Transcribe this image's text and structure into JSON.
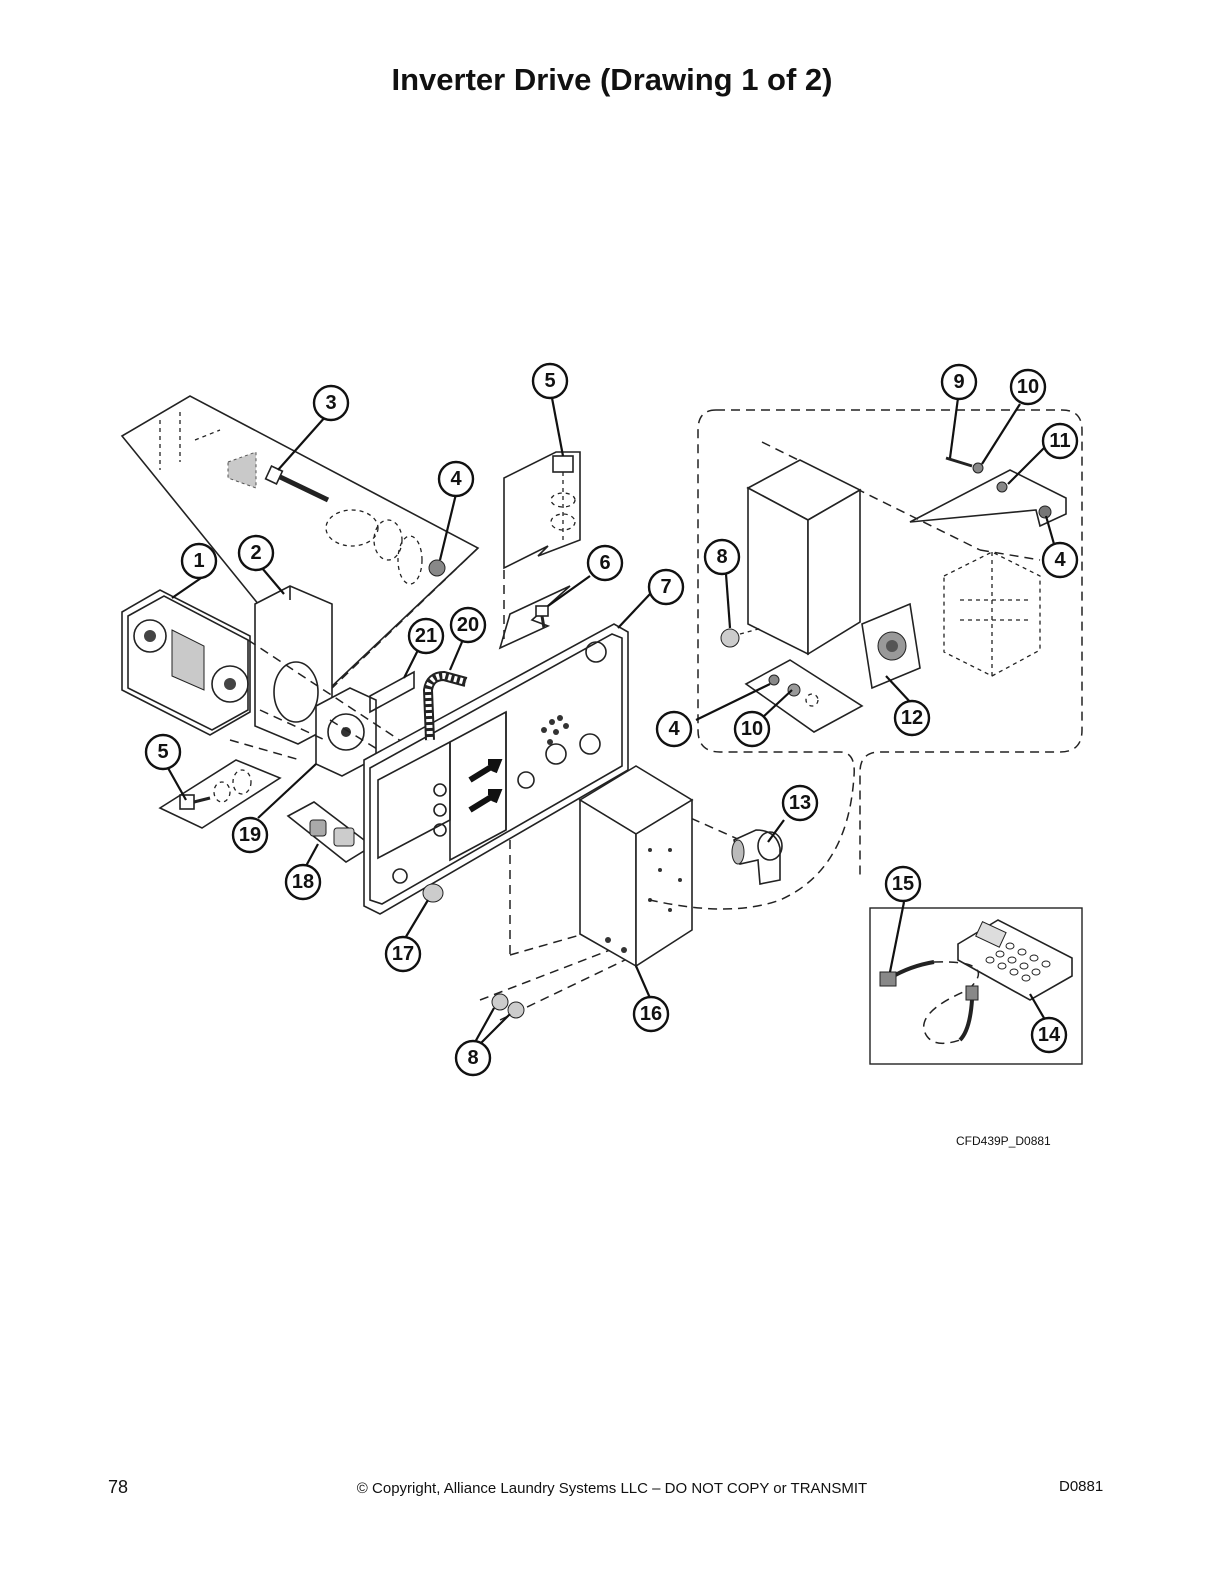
{
  "page": {
    "title": "Inverter Drive (Drawing 1 of 2)",
    "figure_code": "CFD439P_D0881",
    "page_number": "78",
    "copyright": "© Copyright, Alliance Laundry Systems LLC – DO NOT COPY or TRANSMIT",
    "doc_code": "D0881"
  },
  "callouts": {
    "c1": "1",
    "c2": "2",
    "c3": "3",
    "c4a": "4",
    "c4b": "4",
    "c4c": "4",
    "c5a": "5",
    "c5b": "5",
    "c6": "6",
    "c7": "7",
    "c8a": "8",
    "c8b": "8",
    "c9": "9",
    "c10a": "10",
    "c10b": "10",
    "c11": "11",
    "c12": "12",
    "c13": "13",
    "c14": "14",
    "c15": "15",
    "c16": "16",
    "c17": "17",
    "c18": "18",
    "c19": "19",
    "c20": "20",
    "c21": "21"
  }
}
